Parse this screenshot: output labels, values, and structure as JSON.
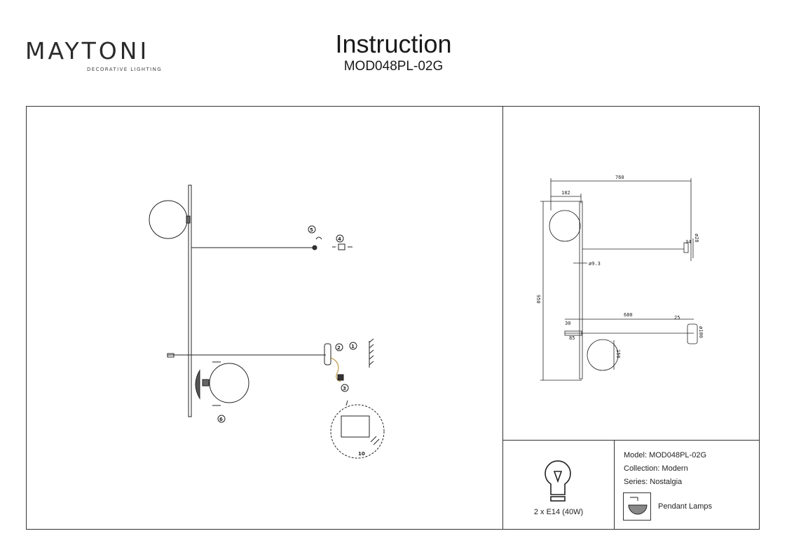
{
  "brand": {
    "name": "MAYTONI",
    "tagline": "DECORATIVE LIGHTING"
  },
  "header": {
    "title": "Instruction",
    "model_code": "MOD048PL-02G"
  },
  "assembly": {
    "steps": [
      "1",
      "2",
      "3",
      "4",
      "5",
      "6",
      "10"
    ]
  },
  "dimensions": {
    "total_width": "760",
    "top_arm": "182",
    "height": "950",
    "rod_diameter": "ø9.3",
    "canopy_top_a": "34",
    "canopy_top_b": "ø28",
    "arm_length": "680",
    "arm_offset": "25",
    "bottom_a": "30",
    "bottom_b": "85",
    "shade": "150",
    "canopy_bottom": "ø100"
  },
  "bulb": {
    "spec": "2 x E14 (40W)"
  },
  "specs": {
    "model": "Model: MOD048PL-02G",
    "collection": "Collection: Modern",
    "series": "Series: Nostalgia",
    "type": "Pendant Lamps"
  }
}
